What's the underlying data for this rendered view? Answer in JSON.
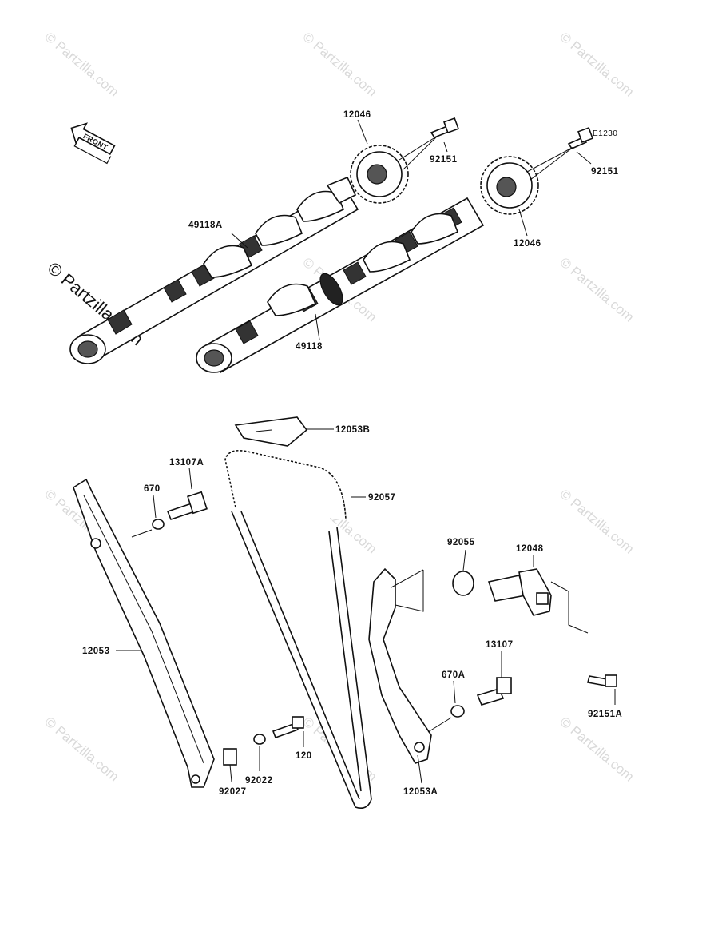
{
  "diagram_code": "E1230",
  "front_label": "FRONT",
  "copyright": "© Partzilla.com",
  "watermark": "© Partzilla.com",
  "parts": {
    "sprocket_top": "12046",
    "sprocket_right": "12046",
    "bolt_top": "92151",
    "bolt_right": "92151",
    "camshaft_a": "49118A",
    "camshaft": "49118",
    "guide_top": "12053B",
    "chain": "92057",
    "bolt_13107a": "13107A",
    "oring_670": "670",
    "oring_92055": "92055",
    "tensioner": "12048",
    "guide_left": "12053",
    "bolt_92151a": "92151A",
    "bolt_13107": "13107",
    "oring_670a": "670A",
    "bolt_120": "120",
    "washer_92022": "92022",
    "collar_92027": "92027",
    "guide_right": "12053A"
  }
}
